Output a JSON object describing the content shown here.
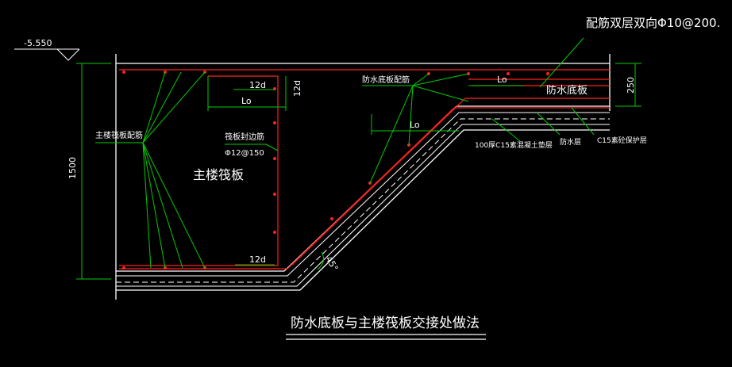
{
  "colors": {
    "background": "#000000",
    "outline": "#ffffff",
    "rebar": "#ff2020",
    "leader": "#00cc00",
    "dimension": "#00cc00",
    "text": "#ffffff"
  },
  "labels": {
    "elevation": "-5.550",
    "rebar_note": "配筋双层双向Φ10@200.",
    "main_slab_rebar": "主楼筏板配筋",
    "raft_edge_rebar": "筏板封边筋",
    "raft_edge_spec": "Φ12@150",
    "main_raft": "主楼筏板",
    "wp_slab_rebar": "防水底板配筋",
    "wp_slab": "防水底板",
    "bedding": "100厚C15素混凝土垫层",
    "waterproof_layer": "防水层",
    "protect_layer": "C15素砼保护层",
    "title": "防水底板与主楼筏板交接处做法"
  },
  "dimensions": {
    "height_total": "1500",
    "slab_thk": "250",
    "d12_top": "12d",
    "d12_vert": "12d",
    "d12_bottom": "12d",
    "lo_main": "Lo",
    "lo_right": "Lo",
    "lo_mid": "Lo",
    "angle": "45°"
  }
}
